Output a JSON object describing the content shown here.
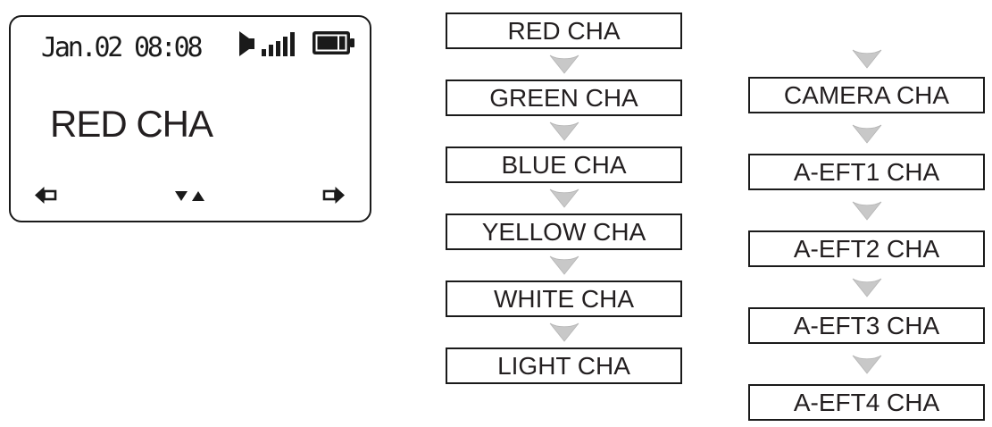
{
  "device_screen": {
    "datetime": "Jan.02 08:08",
    "channel_label": "RED CHA",
    "status_icons": [
      "volume-with-signal-bars-icon",
      "battery-icon"
    ],
    "nav_icons": [
      "arrow-left-icon",
      "up-down-select-icon",
      "arrow-right-icon"
    ]
  },
  "flow": {
    "column1": {
      "items": [
        "RED CHA",
        "GREEN CHA",
        "BLUE CHA",
        "YELLOW CHA",
        "WHITE CHA",
        "LIGHT CHA"
      ]
    },
    "column2": {
      "items": [
        "CAMERA CHA",
        "A-EFT1 CHA",
        "A-EFT2 CHA",
        "A-EFT3 CHA",
        "A-EFT4 CHA"
      ]
    }
  },
  "colors": {
    "outline": "#1a1a1a",
    "text": "#231f20",
    "flow_arrow_fill": "#c8c8c8",
    "flow_arrow_edge": "#b5b5b5",
    "background": "#ffffff"
  }
}
